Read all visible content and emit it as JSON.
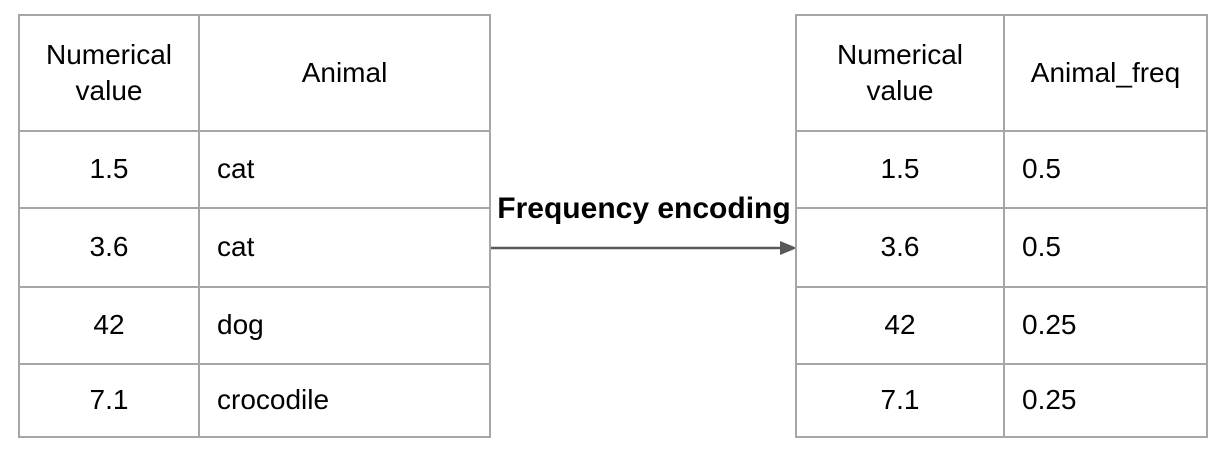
{
  "colors": {
    "border_color": "#a6a6a6",
    "arrow_color": "#595959",
    "text_color": "#000000"
  },
  "arrow": {
    "label": "Frequency encoding"
  },
  "left_table": {
    "headers": [
      "Numerical value",
      "Animal"
    ],
    "rows": [
      [
        "1.5",
        "cat"
      ],
      [
        "3.6",
        "cat"
      ],
      [
        "42",
        "dog"
      ],
      [
        "7.1",
        "crocodile"
      ]
    ]
  },
  "right_table": {
    "headers": [
      "Numerical value",
      "Animal_freq"
    ],
    "rows": [
      [
        "1.5",
        "0.5"
      ],
      [
        "3.6",
        "0.5"
      ],
      [
        "42",
        "0.25"
      ],
      [
        "7.1",
        "0.25"
      ]
    ]
  }
}
